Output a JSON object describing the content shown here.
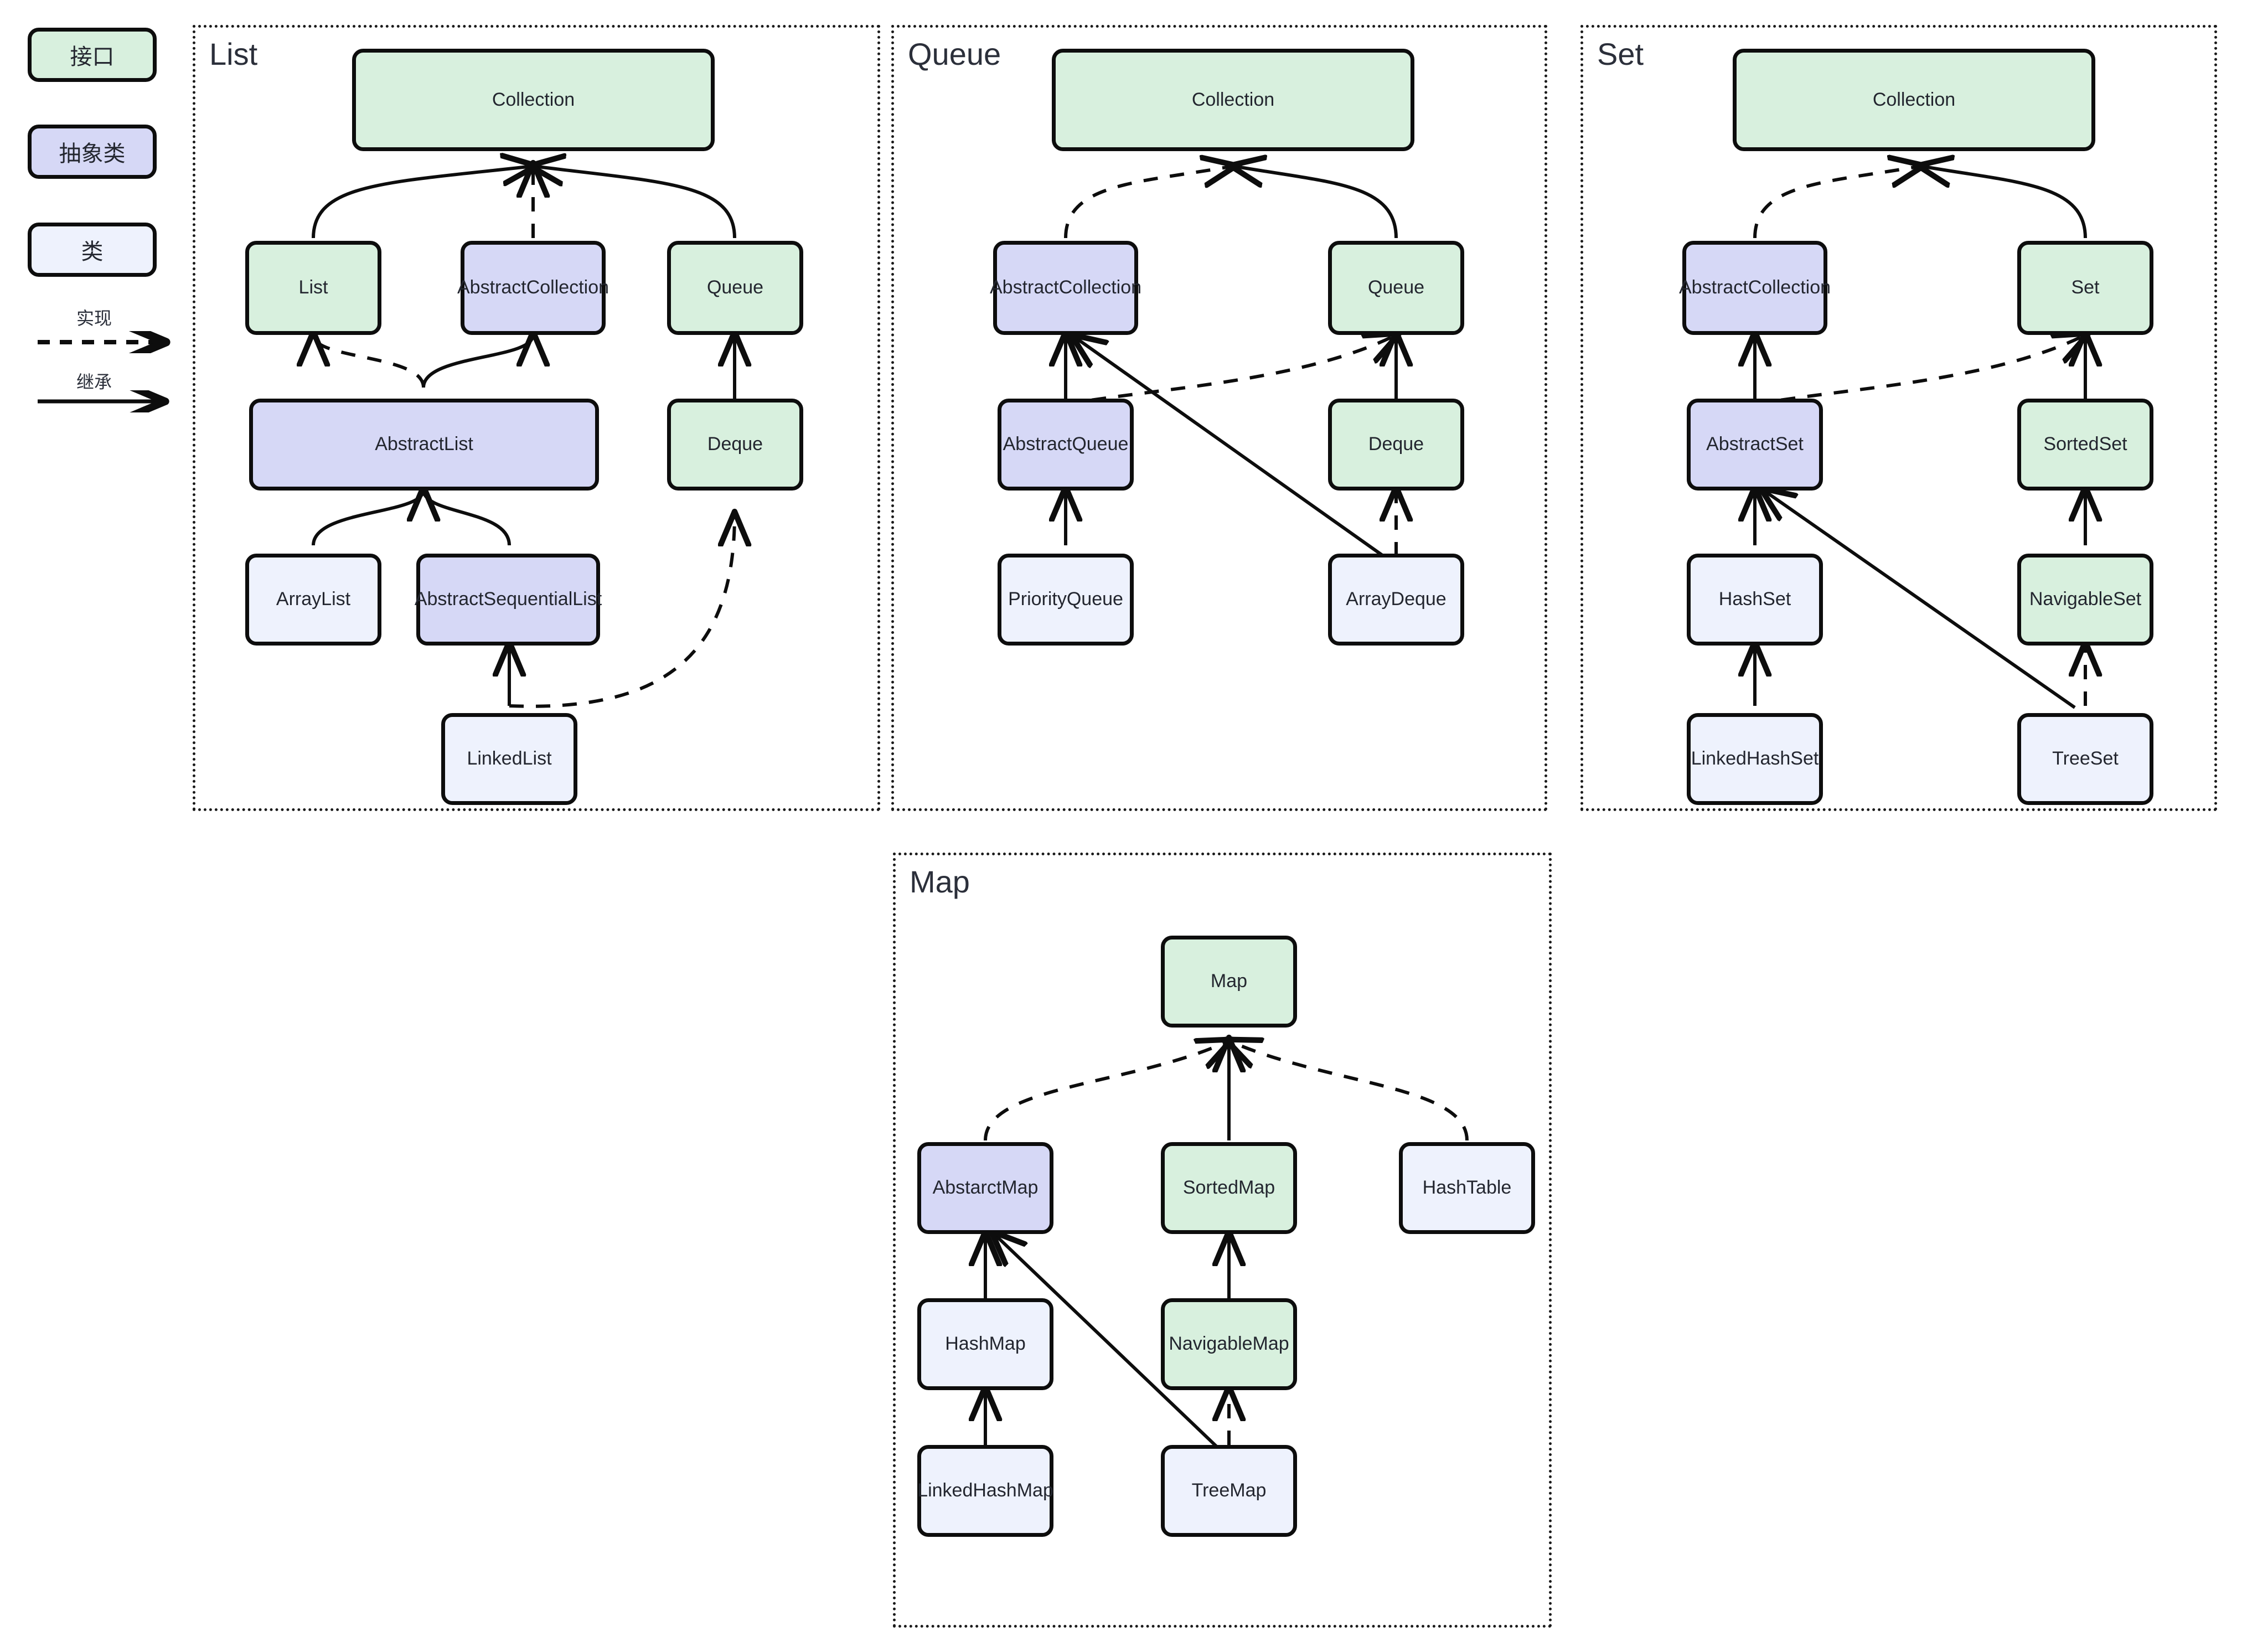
{
  "legend": {
    "items": [
      {
        "label": "接口",
        "kind": "interface",
        "color": "#d8f0de"
      },
      {
        "label": "抽象类",
        "kind": "abstract-class",
        "color": "#d6d8f6"
      },
      {
        "label": "类",
        "kind": "class",
        "color": "#eef2fd"
      }
    ],
    "edges": [
      {
        "label": "实现",
        "style": "dashed",
        "meaning": "implements"
      },
      {
        "label": "继承",
        "style": "solid",
        "meaning": "extends"
      }
    ]
  },
  "panels": [
    {
      "title": "List",
      "nodes": [
        {
          "label": "Collection",
          "kind": "interface"
        },
        {
          "label": "List",
          "kind": "interface"
        },
        {
          "label": "AbstractCollection",
          "kind": "abstract-class"
        },
        {
          "label": "Queue",
          "kind": "interface"
        },
        {
          "label": "AbstractList",
          "kind": "abstract-class"
        },
        {
          "label": "Deque",
          "kind": "interface"
        },
        {
          "label": "ArrayList",
          "kind": "class"
        },
        {
          "label": "AbstractSequentialList",
          "kind": "abstract-class"
        },
        {
          "label": "LinkedList",
          "kind": "class"
        }
      ],
      "edges": [
        {
          "from": "List",
          "to": "Collection",
          "style": "solid"
        },
        {
          "from": "AbstractCollection",
          "to": "Collection",
          "style": "dashed"
        },
        {
          "from": "Queue",
          "to": "Collection",
          "style": "solid"
        },
        {
          "from": "AbstractList",
          "to": "List",
          "style": "dashed"
        },
        {
          "from": "AbstractList",
          "to": "AbstractCollection",
          "style": "solid"
        },
        {
          "from": "Deque",
          "to": "Queue",
          "style": "solid"
        },
        {
          "from": "ArrayList",
          "to": "AbstractList",
          "style": "solid"
        },
        {
          "from": "AbstractSequentialList",
          "to": "AbstractList",
          "style": "solid"
        },
        {
          "from": "LinkedList",
          "to": "AbstractSequentialList",
          "style": "solid"
        },
        {
          "from": "LinkedList",
          "to": "Deque",
          "style": "dashed"
        }
      ]
    },
    {
      "title": "Queue",
      "nodes": [
        {
          "label": "Collection",
          "kind": "interface"
        },
        {
          "label": "AbstractCollection",
          "kind": "abstract-class"
        },
        {
          "label": "Queue",
          "kind": "interface"
        },
        {
          "label": "AbstractQueue",
          "kind": "abstract-class"
        },
        {
          "label": "Deque",
          "kind": "interface"
        },
        {
          "label": "PriorityQueue",
          "kind": "class"
        },
        {
          "label": "ArrayDeque",
          "kind": "class"
        }
      ],
      "edges": [
        {
          "from": "AbstractCollection",
          "to": "Collection",
          "style": "dashed"
        },
        {
          "from": "Queue",
          "to": "Collection",
          "style": "solid"
        },
        {
          "from": "AbstractQueue",
          "to": "AbstractCollection",
          "style": "solid"
        },
        {
          "from": "AbstractQueue",
          "to": "Queue",
          "style": "dashed"
        },
        {
          "from": "Deque",
          "to": "Queue",
          "style": "solid"
        },
        {
          "from": "PriorityQueue",
          "to": "AbstractQueue",
          "style": "solid"
        },
        {
          "from": "ArrayDeque",
          "to": "AbstractCollection",
          "style": "solid"
        },
        {
          "from": "ArrayDeque",
          "to": "Deque",
          "style": "dashed"
        }
      ]
    },
    {
      "title": "Set",
      "nodes": [
        {
          "label": "Collection",
          "kind": "interface"
        },
        {
          "label": "AbstractCollection",
          "kind": "abstract-class"
        },
        {
          "label": "Set",
          "kind": "interface"
        },
        {
          "label": "AbstractSet",
          "kind": "abstract-class"
        },
        {
          "label": "SortedSet",
          "kind": "interface"
        },
        {
          "label": "HashSet",
          "kind": "class"
        },
        {
          "label": "NavigableSet",
          "kind": "interface"
        },
        {
          "label": "LinkedHashSet",
          "kind": "class"
        },
        {
          "label": "TreeSet",
          "kind": "class"
        }
      ],
      "edges": [
        {
          "from": "AbstractCollection",
          "to": "Collection",
          "style": "dashed"
        },
        {
          "from": "Set",
          "to": "Collection",
          "style": "solid"
        },
        {
          "from": "AbstractSet",
          "to": "AbstractCollection",
          "style": "solid"
        },
        {
          "from": "AbstractSet",
          "to": "Set",
          "style": "dashed"
        },
        {
          "from": "SortedSet",
          "to": "Set",
          "style": "solid"
        },
        {
          "from": "HashSet",
          "to": "AbstractSet",
          "style": "solid"
        },
        {
          "from": "NavigableSet",
          "to": "SortedSet",
          "style": "solid"
        },
        {
          "from": "LinkedHashSet",
          "to": "HashSet",
          "style": "solid"
        },
        {
          "from": "TreeSet",
          "to": "AbstractSet",
          "style": "solid"
        },
        {
          "from": "TreeSet",
          "to": "NavigableSet",
          "style": "dashed"
        }
      ]
    },
    {
      "title": "Map",
      "nodes": [
        {
          "label": "Map",
          "kind": "interface"
        },
        {
          "label": "AbstarctMap",
          "kind": "abstract-class"
        },
        {
          "label": "SortedMap",
          "kind": "interface"
        },
        {
          "label": "HashTable",
          "kind": "class"
        },
        {
          "label": "HashMap",
          "kind": "class"
        },
        {
          "label": "NavigableMap",
          "kind": "interface"
        },
        {
          "label": "LinkedHashMap",
          "kind": "class"
        },
        {
          "label": "TreeMap",
          "kind": "class"
        }
      ],
      "edges": [
        {
          "from": "AbstarctMap",
          "to": "Map",
          "style": "dashed"
        },
        {
          "from": "SortedMap",
          "to": "Map",
          "style": "solid"
        },
        {
          "from": "HashTable",
          "to": "Map",
          "style": "dashed"
        },
        {
          "from": "HashMap",
          "to": "AbstarctMap",
          "style": "solid"
        },
        {
          "from": "NavigableMap",
          "to": "SortedMap",
          "style": "solid"
        },
        {
          "from": "LinkedHashMap",
          "to": "HashMap",
          "style": "solid"
        },
        {
          "from": "TreeMap",
          "to": "AbstarctMap",
          "style": "solid"
        },
        {
          "from": "TreeMap",
          "to": "NavigableMap",
          "style": "dashed"
        }
      ]
    }
  ]
}
